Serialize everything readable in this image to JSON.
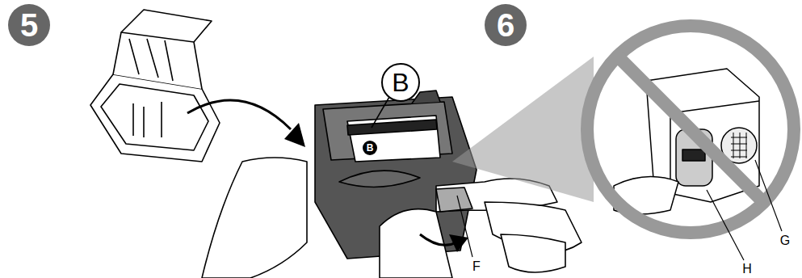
{
  "diagram": {
    "nodes": [
      {
        "text": [
          "5"
        ]
      },
      {
        "text": [
          "6"
        ]
      },
      {
        "text": [
          "B"
        ]
      }
    ],
    "labels": [
      "B",
      "F",
      "H",
      "G"
    ]
  }
}
